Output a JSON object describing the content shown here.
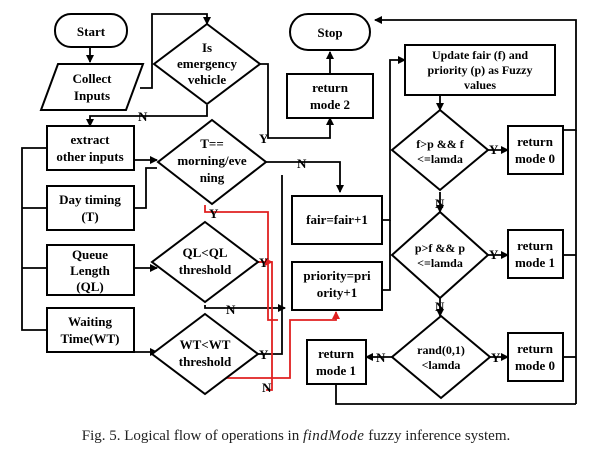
{
  "nodes": {
    "start": "Start",
    "stop": "Stop",
    "collect": [
      "Collect",
      "Inputs"
    ],
    "emergency": [
      "Is",
      "emergency",
      "vehicle"
    ],
    "return_mode2": [
      "return",
      "mode 2"
    ],
    "update_fair": [
      "Update fair (f) and",
      "priority (p) as Fuzzy",
      "values"
    ],
    "extract": [
      "extract",
      "other inputs"
    ],
    "time_cond": [
      "T==",
      "morning/eve",
      "ning"
    ],
    "day_timing": [
      "Day timing",
      "(T)"
    ],
    "fair_inc": "fair=fair+1",
    "f_gt_p": [
      "f>p && f",
      "<=lamda"
    ],
    "return_mode0_a": [
      "return",
      "mode 0"
    ],
    "queue_len": [
      "Queue",
      "Length",
      "(QL)"
    ],
    "ql_cond": [
      "QL<QL",
      "threshold"
    ],
    "p_gt_f": [
      "p>f && p",
      "<=lamda"
    ],
    "return_mode1_a": [
      "return",
      "mode 1"
    ],
    "priority_inc": [
      "priority=pri",
      "ority+1"
    ],
    "waiting": [
      "Waiting",
      "Time(WT)"
    ],
    "wt_cond": [
      "WT<WT",
      "threshold"
    ],
    "rand_cond": [
      "rand(0,1)",
      "<lamda"
    ],
    "return_mode1_b": [
      "return",
      "mode 1"
    ],
    "return_mode0_b": [
      "return",
      "mode 0"
    ]
  },
  "edge_labels": {
    "yes": "Y",
    "no": "N"
  },
  "caption": {
    "prefix": "Fig. 5.   Logical flow of operations in ",
    "func": "findMode",
    "suffix": " fuzzy inference system."
  }
}
